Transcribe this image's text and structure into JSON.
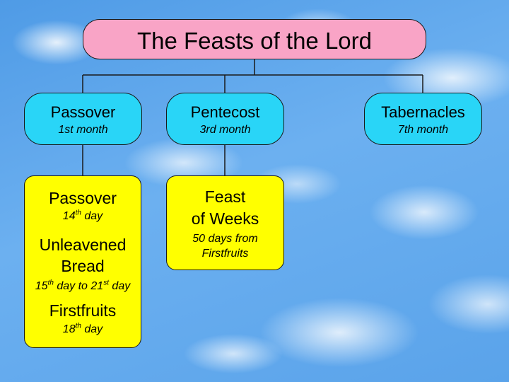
{
  "title": "The Feasts of the Lord",
  "feasts": [
    {
      "name": "Passover",
      "when": "1st month"
    },
    {
      "name": "Pentecost",
      "when": "3rd month"
    },
    {
      "name": "Tabernacles",
      "when": "7th month"
    }
  ],
  "passover_details": {
    "passover": {
      "label": "Passover",
      "day_num": "14",
      "day_sup": "th",
      "day_rest": " day"
    },
    "unleavened": {
      "label_line1": "Unleavened",
      "label_line2": "Bread",
      "start_num": "15",
      "start_sup": "th",
      "mid": " day to ",
      "end_num": "21",
      "end_sup": "st",
      "end_rest": " day"
    },
    "firstfruits": {
      "label": "Firstfruits",
      "day_num": "18",
      "day_sup": "th",
      "day_rest": " day"
    }
  },
  "pentecost_details": {
    "label_line1": "Feast",
    "label_line2": "of Weeks",
    "note_line1": "50 days from",
    "note_line2": "Firstfruits"
  },
  "colors": {
    "title_fill": "#f9a4c6",
    "feast_fill": "#29d5f7",
    "detail_fill": "#ffff00",
    "sky": "#5aa3ea"
  }
}
